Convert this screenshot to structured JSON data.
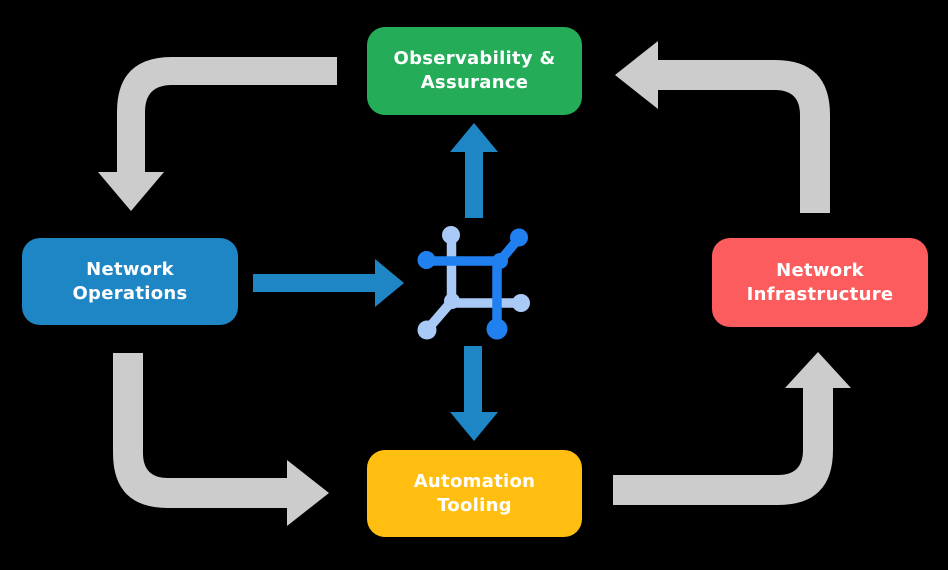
{
  "diagram": {
    "type": "cycle-flow-diagram",
    "nodes": {
      "observability": {
        "label": "Observability &\nAssurance",
        "color": "#24AC59"
      },
      "operations": {
        "label": "Network\nOperations",
        "color": "#1E86C4"
      },
      "infrastructure": {
        "label": "Network\nInfrastructure",
        "color": "#FC5C5E"
      },
      "automation": {
        "label": "Automation\nTooling",
        "color": "#FFBE10"
      }
    },
    "center_icon": "network-fabric-icon",
    "colors": {
      "background": "#000000",
      "cycle_arrow": "#CCCCCC",
      "flow_arrow": "#1E86C4",
      "icon_dark_blue": "#2080F0",
      "icon_light_blue": "#A9C9F7",
      "label_text": "#FFFFFF"
    },
    "flows": {
      "cycle": [
        "observability -> operations",
        "operations -> automation",
        "automation -> infrastructure",
        "infrastructure -> observability"
      ],
      "core": [
        "operations -> core",
        "core -> observability",
        "core -> automation"
      ]
    }
  }
}
